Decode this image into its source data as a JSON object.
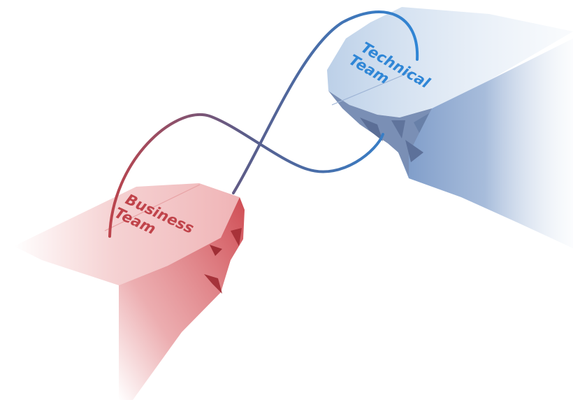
{
  "business_team": {
    "line1": "Business",
    "line2": "Team",
    "color": "#c0434a"
  },
  "technical_team": {
    "line1": "Technical",
    "line2": "Team",
    "color": "#2f86d6"
  },
  "colors": {
    "business_fill": "#e48a8e",
    "technical_fill": "#8aa6cf",
    "rope_start": "#c0434a",
    "rope_mid": "#5a5d8a",
    "rope_end": "#2f86d6"
  }
}
